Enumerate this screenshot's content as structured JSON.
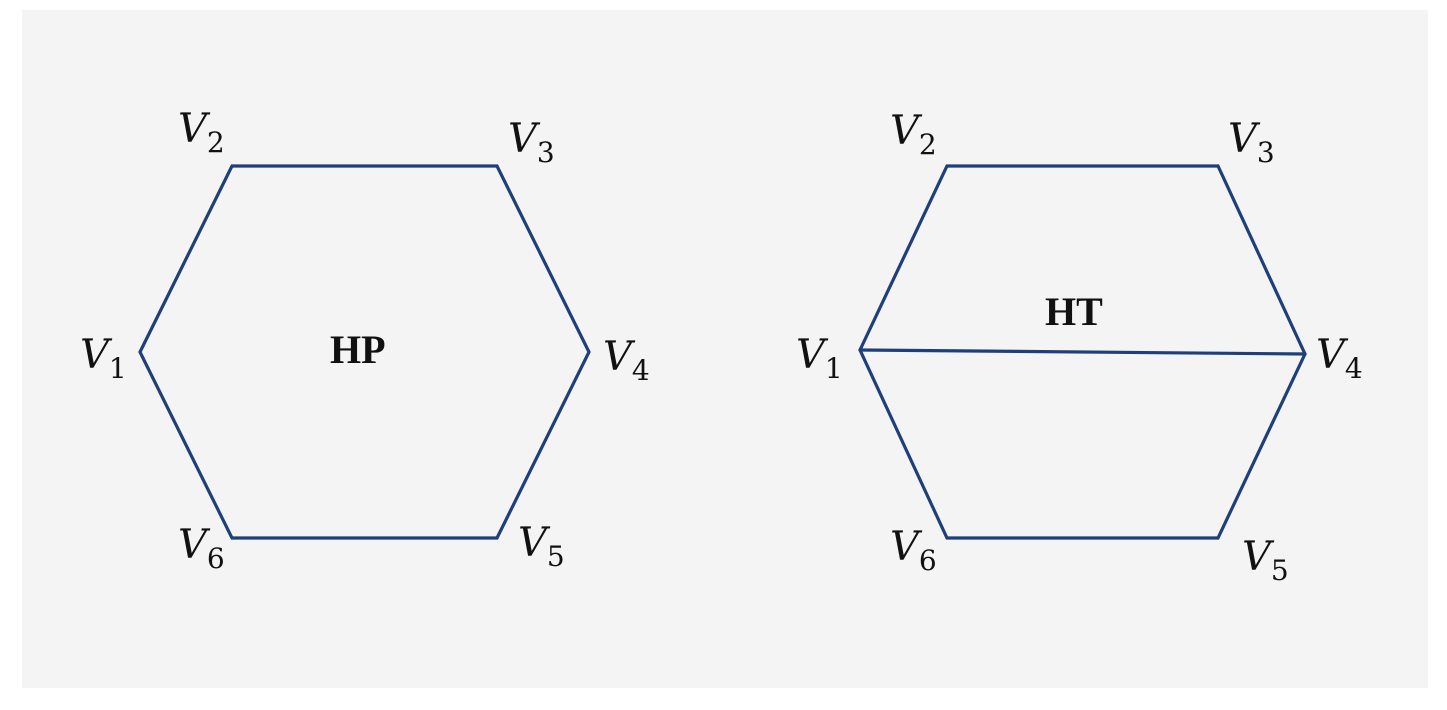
{
  "colors": {
    "edge": "#1f3f7a",
    "panel": "#f4f4f4"
  },
  "left_shape": {
    "title": "HP",
    "labels": {
      "v1": {
        "base": "V",
        "sub": "1"
      },
      "v2": {
        "base": "V",
        "sub": "2"
      },
      "v3": {
        "base": "V",
        "sub": "3"
      },
      "v4": {
        "base": "V",
        "sub": "4"
      },
      "v5": {
        "base": "V",
        "sub": "5"
      },
      "v6": {
        "base": "V",
        "sub": "6"
      }
    }
  },
  "right_shape": {
    "title": "HT",
    "labels": {
      "v1": {
        "base": "V",
        "sub": "1"
      },
      "v2": {
        "base": "V",
        "sub": "2"
      },
      "v3": {
        "base": "V",
        "sub": "3"
      },
      "v4": {
        "base": "V",
        "sub": "4"
      },
      "v5": {
        "base": "V",
        "sub": "5"
      },
      "v6": {
        "base": "V",
        "sub": "6"
      }
    }
  }
}
